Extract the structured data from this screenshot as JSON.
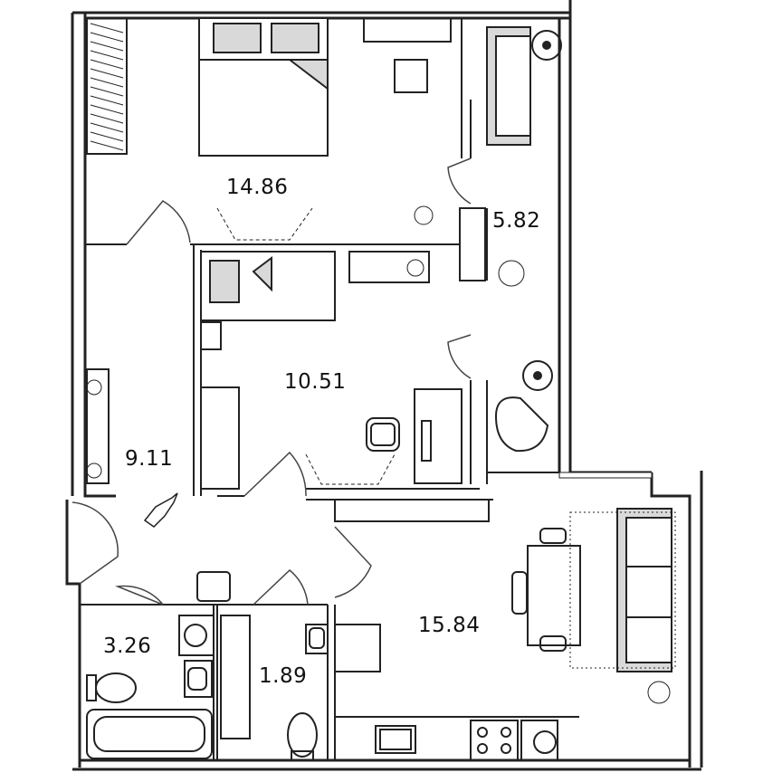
{
  "rooms": [
    {
      "id": "bedroom-main",
      "area": "14.86"
    },
    {
      "id": "balcony",
      "area": "5.82"
    },
    {
      "id": "bedroom-second",
      "area": "10.51"
    },
    {
      "id": "hallway",
      "area": "9.11"
    },
    {
      "id": "kitchen-living",
      "area": "15.84"
    },
    {
      "id": "bathroom",
      "area": "3.26"
    },
    {
      "id": "toilet",
      "area": "1.89"
    }
  ],
  "colors": {
    "wall": "#222222",
    "line": "#333333",
    "furniture_fill": "#d9d9d9",
    "background": "#ffffff"
  },
  "icons": [
    "bed-icon",
    "sofa-icon",
    "plant-icon",
    "armchair-icon",
    "desk-icon",
    "chair-icon",
    "dining-table-icon",
    "stove-icon",
    "sink-icon",
    "toilet-icon",
    "bathtub-icon",
    "washing-machine-icon",
    "wardrobe-icon",
    "dog-icon"
  ]
}
